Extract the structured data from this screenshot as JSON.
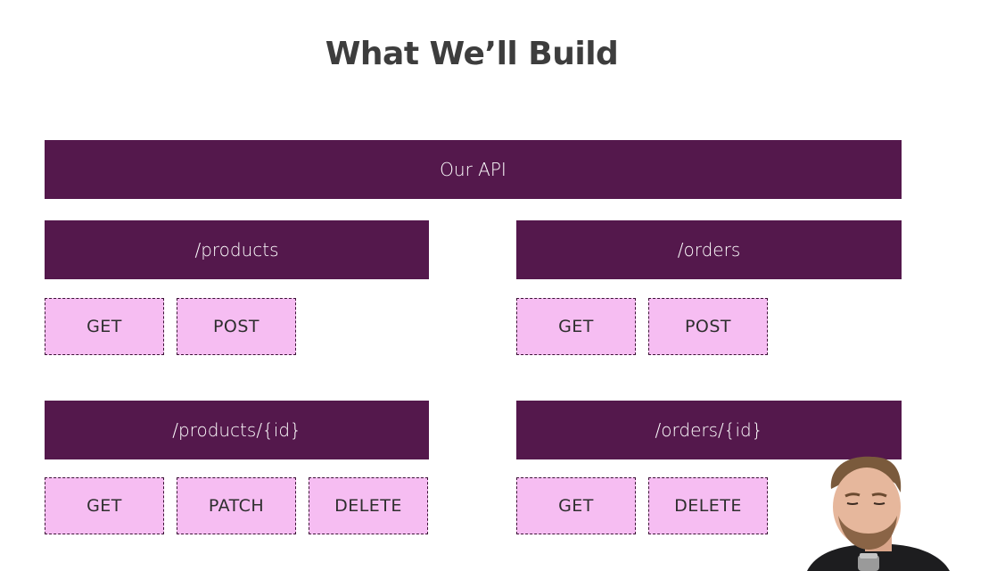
{
  "slide": {
    "title": "What We’ll Build"
  },
  "api": {
    "label": "Our API"
  },
  "products": {
    "route": "/products",
    "methods": [
      "GET",
      "POST"
    ]
  },
  "products_id": {
    "route": "/products/{id}",
    "methods": [
      "GET",
      "PATCH",
      "DELETE"
    ]
  },
  "orders": {
    "route": "/orders",
    "methods": [
      "GET",
      "POST"
    ]
  },
  "orders_id": {
    "route": "/orders/{id}",
    "methods": [
      "GET",
      "DELETE"
    ]
  },
  "colors": {
    "route_bar": "#54184c",
    "method_fill": "#f6bdf2",
    "title_text": "#3d3d3d"
  }
}
